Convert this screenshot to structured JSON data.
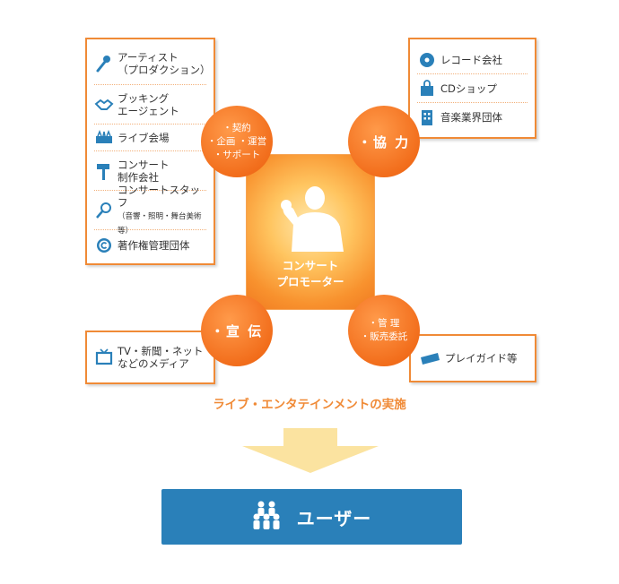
{
  "left_box": {
    "items": [
      {
        "icon": "microphone-icon",
        "label": "アーティスト\n（プロダクション）"
      },
      {
        "icon": "handshake-icon",
        "label": "ブッキング\nエージェント"
      },
      {
        "icon": "venue-icon",
        "label": "ライブ会場"
      },
      {
        "icon": "hammer-icon",
        "label": "コンサート\n制作会社"
      },
      {
        "icon": "staff-icon",
        "label": "コンサートスタッフ",
        "sub": "（音響・照明・舞台美術等）"
      },
      {
        "icon": "copyright-icon",
        "label": "著作権管理団体"
      }
    ]
  },
  "right_box": {
    "items": [
      {
        "icon": "record-icon",
        "label": "レコード会社"
      },
      {
        "icon": "cd-shop-bag-icon",
        "label": "CDショップ"
      },
      {
        "icon": "building-icon",
        "label": "音楽業界団体"
      }
    ]
  },
  "media_box": {
    "icon": "tv-icon",
    "label": "TV・新聞・ネット\nなどのメディア"
  },
  "playguide_box": {
    "icon": "ticket-icon",
    "label": "プレイガイド等"
  },
  "circles": {
    "contract": "・契約\n・企画 ・運営\n・サポート",
    "cooperation": "・協 力",
    "promotion": "・宣 伝",
    "management": "・管 理\n・販売委託"
  },
  "center": {
    "icon": "promoter-person-icon",
    "label": "コンサート\nプロモーター"
  },
  "caption": "ライブ・エンタテインメントの実施",
  "user": {
    "icon": "people-group-icon",
    "label": "ユーザー"
  },
  "colors": {
    "orange": "#f08a36",
    "caption": "#f08a36",
    "arrow": "#fbe3a0",
    "user_bar": "#2a80b9"
  }
}
